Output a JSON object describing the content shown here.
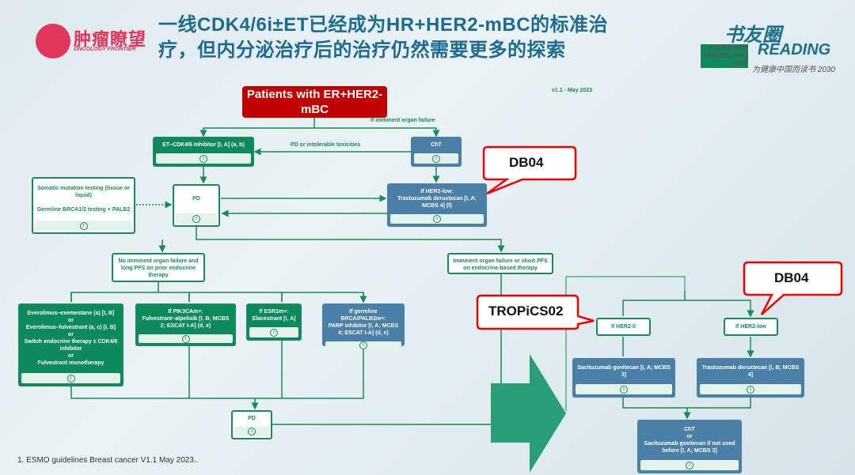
{
  "header": {
    "title_line1": "一线CDK4/6i±ET已经成为HR+HER2-mBC的标准治",
    "title_line2": "疗，但内分泌治疗后的治疗仍然需要更多的探索"
  },
  "logo_left": {
    "cn": "肿瘤瞭望",
    "en": "ONCOLOGY FRONTIER"
  },
  "logo_right": {
    "cn": "书友圈",
    "en": "READING",
    "tagline": "A GROUP OF FRIENDS WHO LOVE",
    "slogan": "为健康中国而读书 2030"
  },
  "flow": {
    "start": "Patients with ER+HER2- mBC",
    "version": "v1.1 - May 2023",
    "label_imminent": "If imminent organ failure",
    "label_pd_tox": "PD or intolerable toxicities",
    "et_cdk": "ET–CDK4/6 inhibitor [I, A] (a, b)",
    "cht": "ChT",
    "somatic": "Somatic mutation testing  (tissue or liquid)\n\nGermline BRCA1/2 testing + PALB2",
    "pd1": "PD",
    "her2low_tdxd": "If HER2-low:\nTrastuzumab deruxtecan [I, A; MCBS 4] (f)",
    "no_imminent": "No imminent organ failure and long PFS on prior endocrine therapy",
    "imminent_short": "Imminent organ failure or short PFS on endocrine-based therapy",
    "everolimus": "Everolimus–exemestane (a) [I, B]\nor\nEverolimus–fulvestrant (a, c) [I, B]\nor\nSwitch endocrine therapy ± CDK4/6 inhibitor\nor\nFulvestrant monotherapy",
    "pik3ca": "If PIK3CAm+:\nFulvestrant–alpelisib [I, B; MCBS 2; ESCAT I-A] (d, e)",
    "esr1": "If ESR1m+:\nElacestrant [I, A]",
    "brca": "If germline BRCA/PALB2m+:\nPARP inhibitor [I, A; MCBS 4; ESCAT I-A] (d, e)",
    "pd2": "PD",
    "if_her2_0": "If HER2-0",
    "if_her2_low": "If HER2-low",
    "sacituzumab": "Sacituzumab govitecan [I, A; MCBS 3]",
    "trastuzumab": "Trastuzumab deruxtecan [I, B; MCBS 4]",
    "final": "ChT\nor\nSacituzumab govitecan if not used before [I, A; MCBS 3]",
    "info": "i"
  },
  "callouts": {
    "db04_top": "DB04",
    "db04_right": "DB04",
    "tropics": "TROPiCS02"
  },
  "footnote": "1. ESMO guidelines Breast cancer V1.1 May 2023..",
  "colors": {
    "green": "#0d8a5c",
    "blue": "#4a7fa8",
    "red": "#c00000",
    "title": "#1d6b93"
  }
}
